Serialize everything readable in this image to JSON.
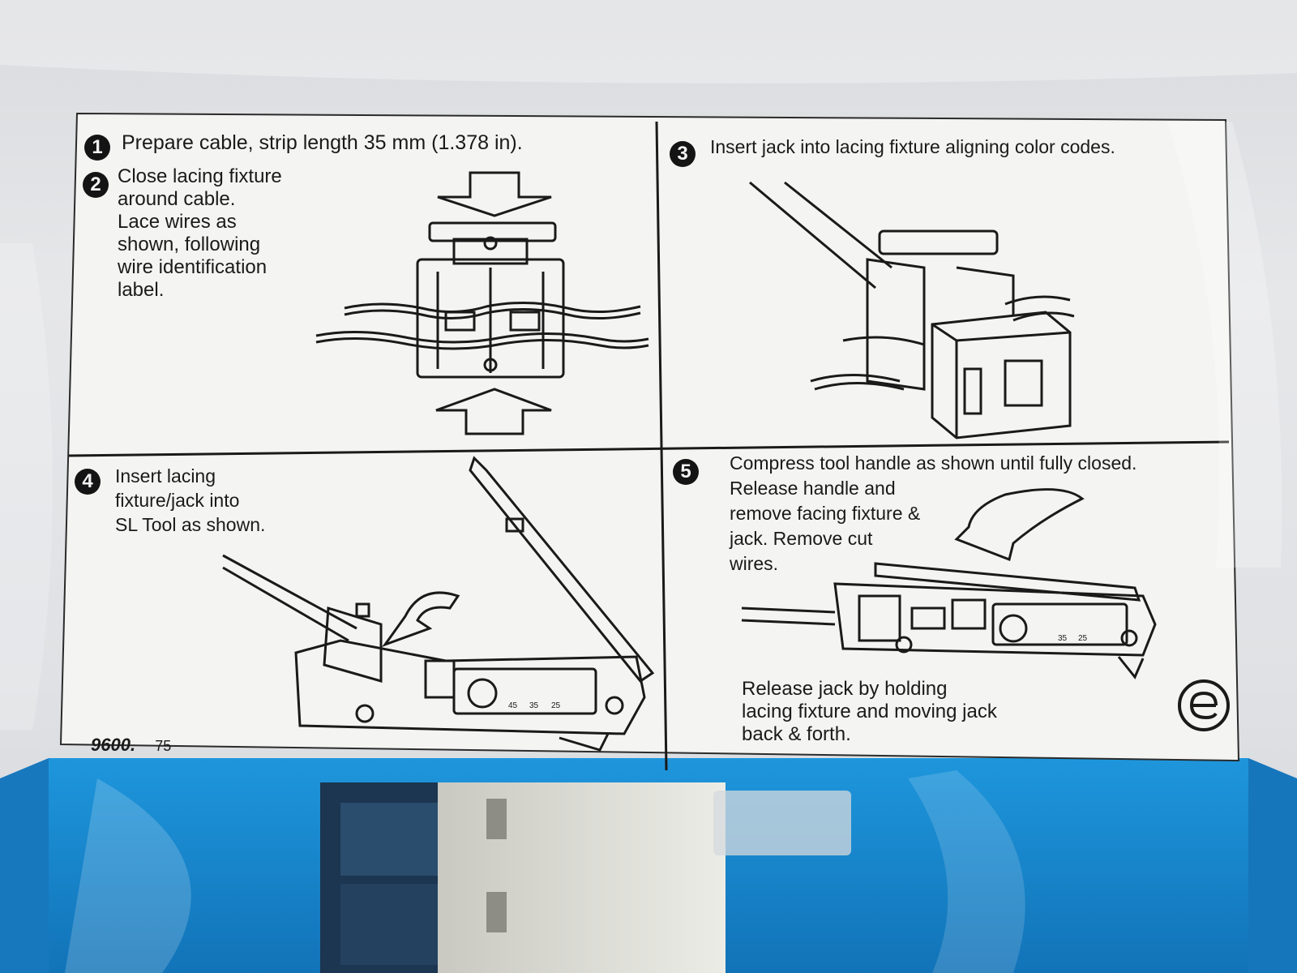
{
  "step1": {
    "number": "1",
    "text": "Prepare cable, strip length 35 mm (1.378 in)."
  },
  "step2": {
    "number": "2",
    "lines": [
      "Close lacing fixture",
      "around cable.",
      "Lace wires as",
      "shown, following",
      "wire identification",
      "label."
    ]
  },
  "step3": {
    "number": "3",
    "text": "Insert jack into lacing fixture aligning color codes."
  },
  "step4": {
    "number": "4",
    "lines": [
      "Insert lacing",
      "fixture/jack into",
      "SL Tool as shown."
    ]
  },
  "step5": {
    "number": "5",
    "lines": [
      "Compress tool handle as shown until fully closed.",
      "Release handle and",
      "remove facing fixture &",
      "jack. Remove cut",
      "wires."
    ]
  },
  "note": {
    "lines": [
      "Release jack by holding",
      "lacing fixture and moving jack",
      "back & forth."
    ]
  },
  "scale_marks": {
    "tool4": [
      "45",
      "35",
      "25"
    ],
    "tool5": [
      "35",
      "25"
    ]
  },
  "part_number": "9600.",
  "part_number_suffix": "75",
  "icons": [
    "arrow-down-icon",
    "arrow-up-icon",
    "curved-arrow-icon",
    "recycle-e-icon"
  ],
  "colors": {
    "label_bg": "#f4f4f2",
    "ink": "#1a1a1a",
    "bag_blue": "#1c8fd6"
  }
}
